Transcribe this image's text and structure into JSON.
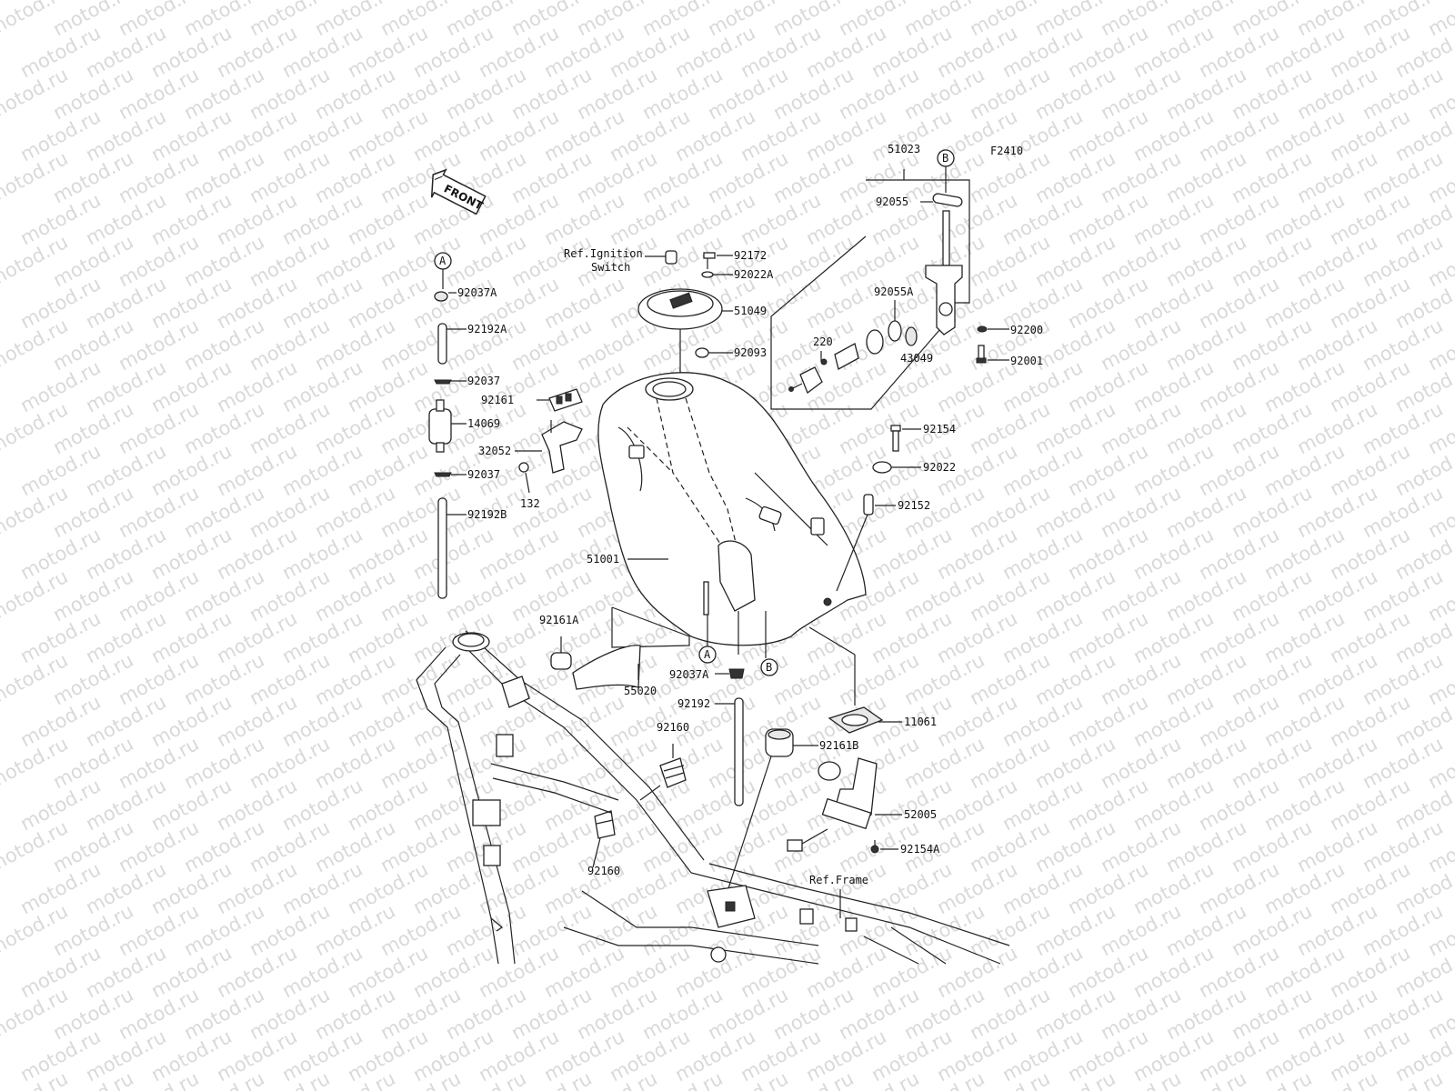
{
  "watermark_text": "motod.ru",
  "figure_code": "F2410",
  "front_arrow_label": "FRONT",
  "ref_notes": {
    "ignition_line1": "Ref.Ignition",
    "ignition_line2": "Switch",
    "frame": "Ref.Frame"
  },
  "markers": {
    "a": "A",
    "b": "B"
  },
  "parts": {
    "p51023": "51023",
    "p92055": "92055",
    "p92055a": "92055A",
    "p220": "220",
    "p43049": "43049",
    "p92200": "92200",
    "p92001": "92001",
    "p92172": "92172",
    "p92022a": "92022A",
    "p51049": "51049",
    "p92093": "92093",
    "p92037a_top": "92037A",
    "p92192a": "92192A",
    "p92037_top": "92037",
    "p92161": "92161",
    "p14069": "14069",
    "p32052": "32052",
    "p92037_bot": "92037",
    "p132": "132",
    "p92192b": "92192B",
    "p92154": "92154",
    "p92022": "92022",
    "p92152": "92152",
    "p51001": "51001",
    "p92161a": "92161A",
    "p55020": "55020",
    "p92037a_bot": "92037A",
    "p92192": "92192",
    "p11061": "11061",
    "p92160_top": "92160",
    "p92161b": "92161B",
    "p52005": "52005",
    "p92154a": "92154A",
    "p92160_bot": "92160"
  }
}
